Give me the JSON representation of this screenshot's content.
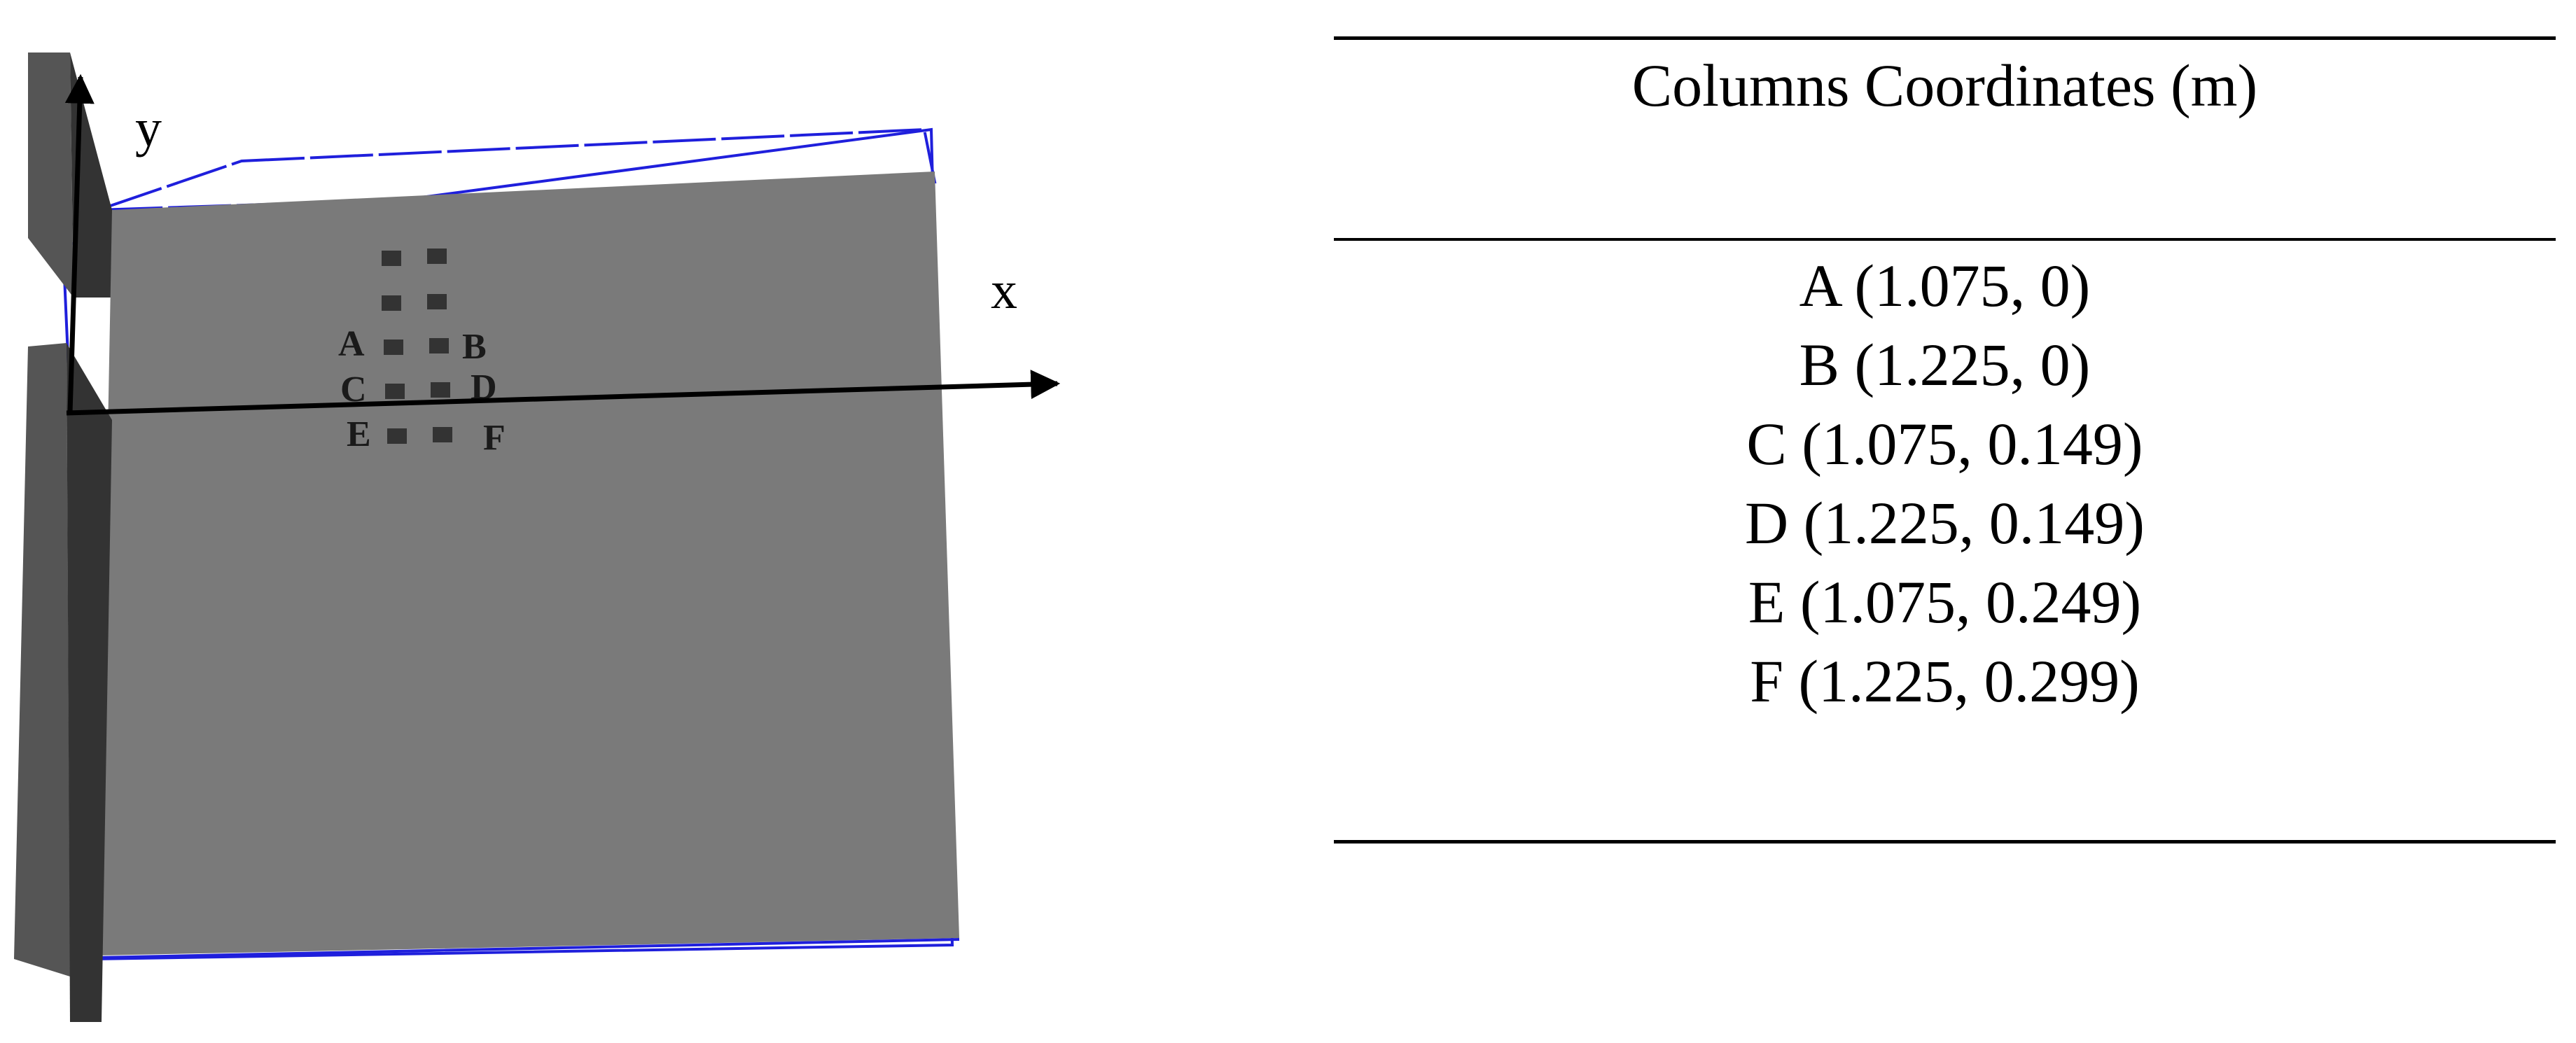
{
  "figure": {
    "axis_x_label": "x",
    "axis_y_label": "y",
    "column_labels": [
      "A",
      "B",
      "C",
      "D",
      "E",
      "F"
    ],
    "colors": {
      "slab": "#7a7a7a",
      "wall_light": "#555555",
      "wall_dark": "#333333",
      "outline": "#1f1fdc",
      "column": "#333333",
      "axis": "#000000"
    }
  },
  "table": {
    "title": "Columns Coordinates (m)",
    "rows": [
      "A (1.075, 0)",
      "B (1.225, 0)",
      "C (1.075, 0.149)",
      "D (1.225, 0.149)",
      "E (1.075, 0.249)",
      "F (1.225, 0.299)"
    ]
  }
}
